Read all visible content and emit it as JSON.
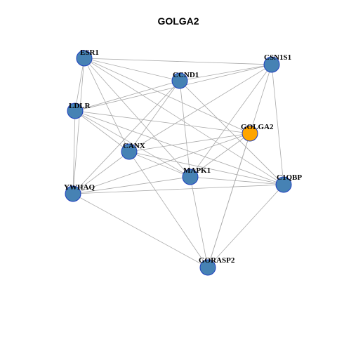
{
  "title": "GOLGA2",
  "colors": {
    "node_default": "#4682b4",
    "node_focus": "#ffa500",
    "node_stroke": "#1f3fbf",
    "edge": "#aaaaaa"
  },
  "nodes": [
    {
      "id": "ESR1",
      "label": "ESR1",
      "focus": false
    },
    {
      "id": "CSN1S1",
      "label": "CSN1S1",
      "focus": false
    },
    {
      "id": "CCND1",
      "label": "CCND1",
      "focus": false
    },
    {
      "id": "LDLR",
      "label": "LDLR",
      "focus": false
    },
    {
      "id": "GOLGA2",
      "label": "GOLGA2",
      "focus": true
    },
    {
      "id": "CANX",
      "label": "CANX",
      "focus": false
    },
    {
      "id": "MAPK1",
      "label": "MAPK1",
      "focus": false
    },
    {
      "id": "C1QBP",
      "label": "C1QBP",
      "focus": false
    },
    {
      "id": "YWHAQ",
      "label": "YWHAQ",
      "focus": false
    },
    {
      "id": "GORASP2",
      "label": "GORASP2",
      "focus": false
    }
  ],
  "edges": [
    [
      "ESR1",
      "CSN1S1"
    ],
    [
      "ESR1",
      "CCND1"
    ],
    [
      "ESR1",
      "LDLR"
    ],
    [
      "ESR1",
      "CANX"
    ],
    [
      "ESR1",
      "MAPK1"
    ],
    [
      "ESR1",
      "GOLGA2"
    ],
    [
      "ESR1",
      "C1QBP"
    ],
    [
      "ESR1",
      "YWHAQ"
    ],
    [
      "CSN1S1",
      "CCND1"
    ],
    [
      "CSN1S1",
      "LDLR"
    ],
    [
      "CSN1S1",
      "CANX"
    ],
    [
      "CSN1S1",
      "MAPK1"
    ],
    [
      "CSN1S1",
      "C1QBP"
    ],
    [
      "CSN1S1",
      "GORASP2"
    ],
    [
      "CCND1",
      "LDLR"
    ],
    [
      "CCND1",
      "CANX"
    ],
    [
      "CCND1",
      "MAPK1"
    ],
    [
      "CCND1",
      "C1QBP"
    ],
    [
      "CCND1",
      "YWHAQ"
    ],
    [
      "LDLR",
      "GOLGA2"
    ],
    [
      "LDLR",
      "CANX"
    ],
    [
      "LDLR",
      "MAPK1"
    ],
    [
      "LDLR",
      "YWHAQ"
    ],
    [
      "LDLR",
      "C1QBP"
    ],
    [
      "GOLGA2",
      "CANX"
    ],
    [
      "GOLGA2",
      "MAPK1"
    ],
    [
      "GOLGA2",
      "YWHAQ"
    ],
    [
      "GOLGA2",
      "GORASP2"
    ],
    [
      "CANX",
      "MAPK1"
    ],
    [
      "CANX",
      "C1QBP"
    ],
    [
      "CANX",
      "YWHAQ"
    ],
    [
      "CANX",
      "GORASP2"
    ],
    [
      "MAPK1",
      "C1QBP"
    ],
    [
      "MAPK1",
      "YWHAQ"
    ],
    [
      "MAPK1",
      "GORASP2"
    ],
    [
      "C1QBP",
      "YWHAQ"
    ],
    [
      "C1QBP",
      "GORASP2"
    ],
    [
      "YWHAQ",
      "GORASP2"
    ]
  ]
}
